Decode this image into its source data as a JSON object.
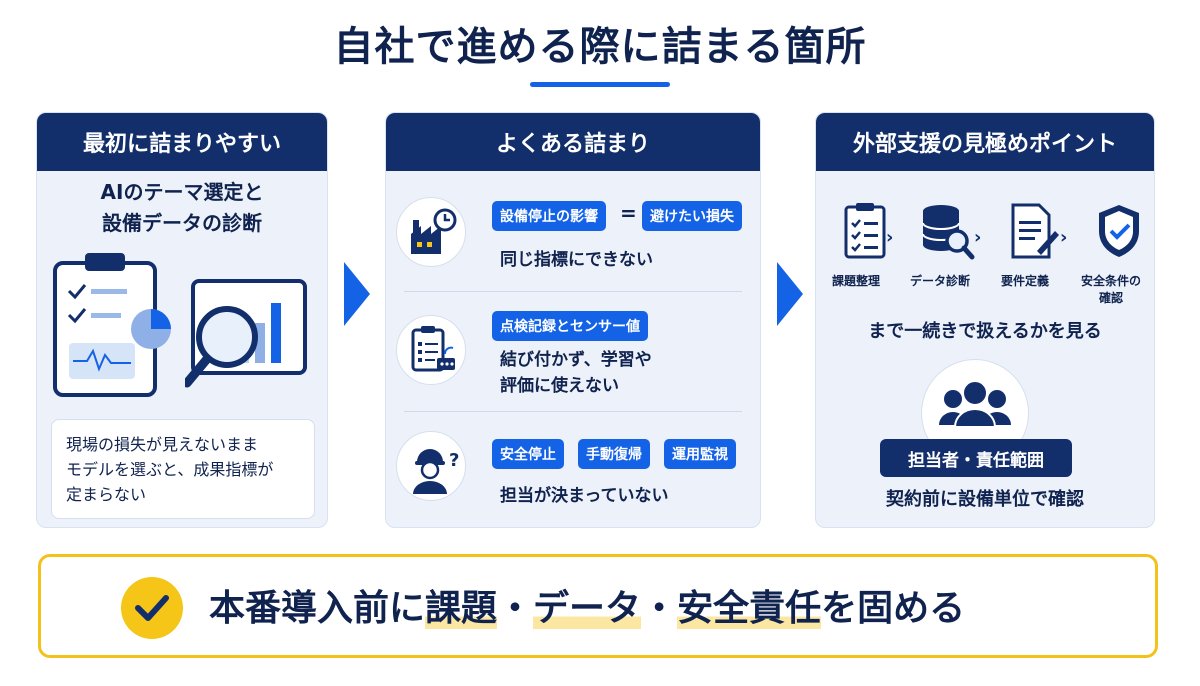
{
  "title": "自社で進める際に詰まる箇所",
  "colors": {
    "navy": "#132f6b",
    "accent_blue": "#1463e6",
    "yellow": "#f5c518",
    "panel_bg": "#edf2fa"
  },
  "panel1": {
    "header": "最初に詰まりやすい",
    "subtitle_line1": "AIのテーマ選定と",
    "subtitle_line2": "設備データの診断",
    "icons": [
      "clipboard-chart-icon",
      "magnifier-bar-chart-icon"
    ],
    "note_line1": "現場の損失が見えないまま",
    "note_line2": "モデルを選ぶと、成果指標が",
    "note_line3": "定まらない"
  },
  "panel2": {
    "header": "よくある詰まり",
    "row1": {
      "icon": "factory-clock-icon",
      "tag1": "設備停止の影響",
      "equals": "=",
      "tag2": "避けたい損失",
      "text": "同じ指標にできない"
    },
    "row2": {
      "icon": "clipboard-sensor-icon",
      "tag1": "点検記録とセンサー値",
      "text_line1": "結び付かず、学習や",
      "text_line2": "評価に使えない"
    },
    "row3": {
      "icon": "worker-question-icon",
      "tag1": "安全停止",
      "tag2": "手動復帰",
      "tag3": "運用監視",
      "text": "担当が決まっていない"
    }
  },
  "panel3": {
    "header": "外部支援の見極めポイント",
    "steps": [
      {
        "icon": "checklist-icon",
        "label": "課題整理"
      },
      {
        "icon": "database-search-icon",
        "label": "データ診断"
      },
      {
        "icon": "document-pen-icon",
        "label": "要件定義"
      },
      {
        "icon": "shield-check-icon",
        "label_line1": "安全条件の",
        "label_line2": "確認"
      }
    ],
    "line1": "まで一続きで扱えるかを見る",
    "people_icon": "team-icon",
    "badge": "担当者・責任範囲",
    "line2": "契約前に設備単位で確認"
  },
  "bottom": {
    "icon": "check-icon",
    "part1": "本番導入前に",
    "part2": "課題",
    "sep1": "・",
    "part3": "データ",
    "sep2": "・",
    "part4": "安全責任",
    "part5": "を固める"
  }
}
